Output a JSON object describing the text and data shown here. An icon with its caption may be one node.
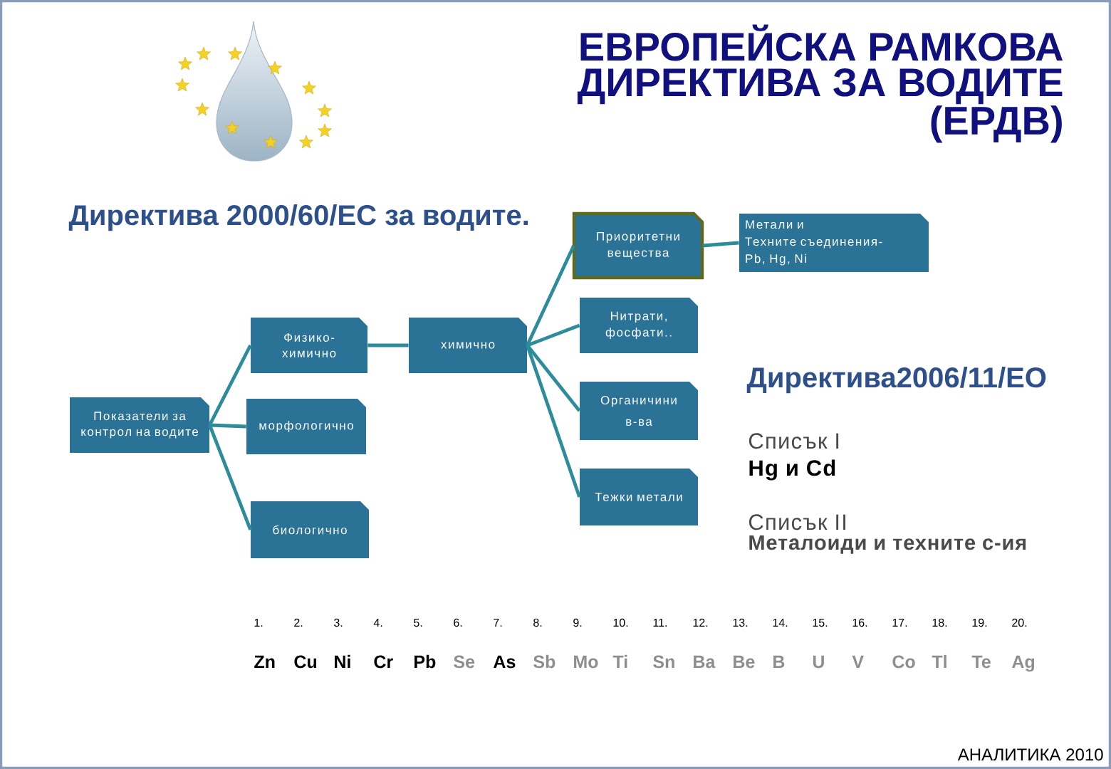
{
  "diagram": {
    "title": "ЕВРОПЕЙСКА РАМКОВА ДИРЕКТИВА ЗА ВОДИТЕ (ЕРДВ)",
    "nodes": [
      {
        "text": [
          "Показатели за контрол на водите"
        ]
      },
      {
        "text": [
          "Физико- химично"
        ]
      },
      {
        "text": [
          "химично"
        ]
      },
      {
        "text": [
          "морфологично"
        ]
      },
      {
        "text": [
          "биологично"
        ]
      },
      {
        "text": [
          "Приоритетни вещества"
        ]
      },
      {
        "text": [
          "Метали и",
          "Техните съединения- Pb, Hg, Ni"
        ]
      },
      {
        "text": [
          "Нитрати, фосфати.."
        ]
      },
      {
        "text": [
          "Органичини в-ва"
        ]
      },
      {
        "text": [
          "Тежки метали"
        ]
      }
    ],
    "edges": [
      {
        "from": 0,
        "to": 1,
        "arrow": "none"
      },
      {
        "from": 0,
        "to": 3,
        "arrow": "none"
      },
      {
        "from": 0,
        "to": 4,
        "arrow": "none"
      },
      {
        "from": 1,
        "to": 2,
        "arrow": "none"
      },
      {
        "from": 2,
        "to": 5,
        "arrow": "none"
      },
      {
        "from": 2,
        "to": 7,
        "arrow": "none"
      },
      {
        "from": 2,
        "to": 8,
        "arrow": "none"
      },
      {
        "from": 2,
        "to": 9,
        "arrow": "none"
      },
      {
        "from": 5,
        "to": 6,
        "arrow": "none"
      }
    ],
    "labels": [
      "Директива 2000/60/ЕС за водите.",
      "Директива2006/11/ЕО",
      "Списък I",
      "Hg и Cd",
      "Списък II",
      "Металоиди и техните с-ия",
      "1.",
      "2.",
      "3.",
      "4.",
      "5.",
      "6.",
      "7.",
      "8.",
      "9.",
      "10.",
      "11.",
      "12.",
      "13.",
      "14.",
      "15.",
      "16.",
      "17.",
      "18.",
      "19.",
      "20.",
      "Zn",
      "Cu",
      "Ni",
      "Cr",
      "Pb",
      "Se",
      "As",
      "Sb",
      "Mo",
      "Ti",
      "Sn",
      "Ba",
      "Be",
      "B",
      "U",
      "V",
      "Co",
      "Tl",
      "Te",
      "Ag",
      "АНАЛИТИКА 2010"
    ]
  }
}
